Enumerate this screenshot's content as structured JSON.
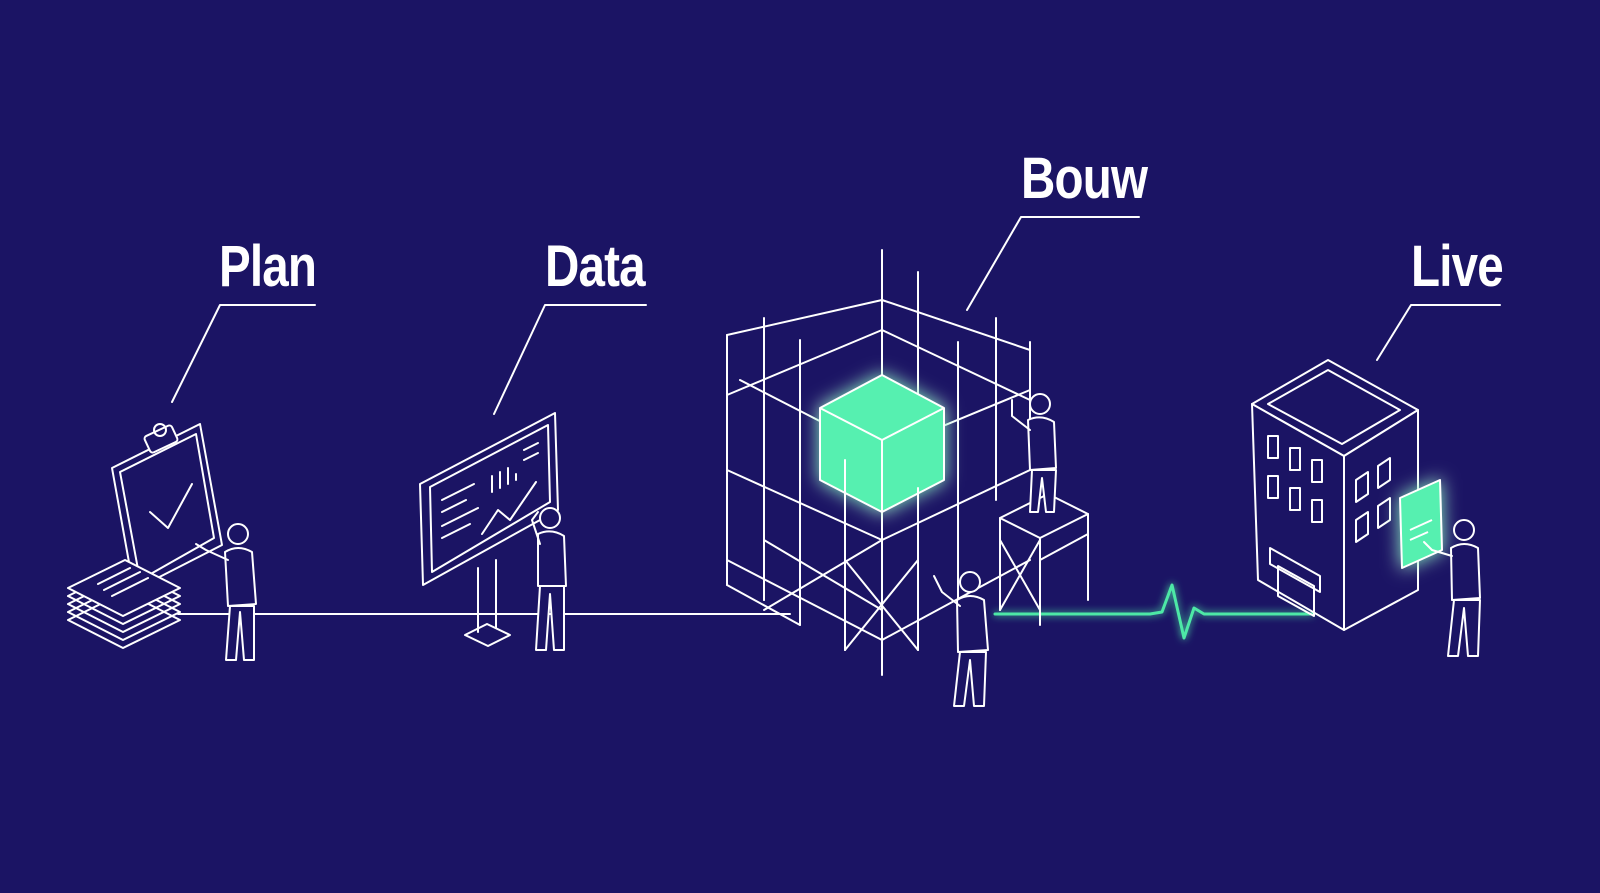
{
  "stages": {
    "plan": "Plan",
    "data": "Data",
    "bouw": "Bouw",
    "live": "Live"
  },
  "colors": {
    "background": "#1b1464",
    "line": "#ffffff",
    "accent": "#4de8a6"
  }
}
